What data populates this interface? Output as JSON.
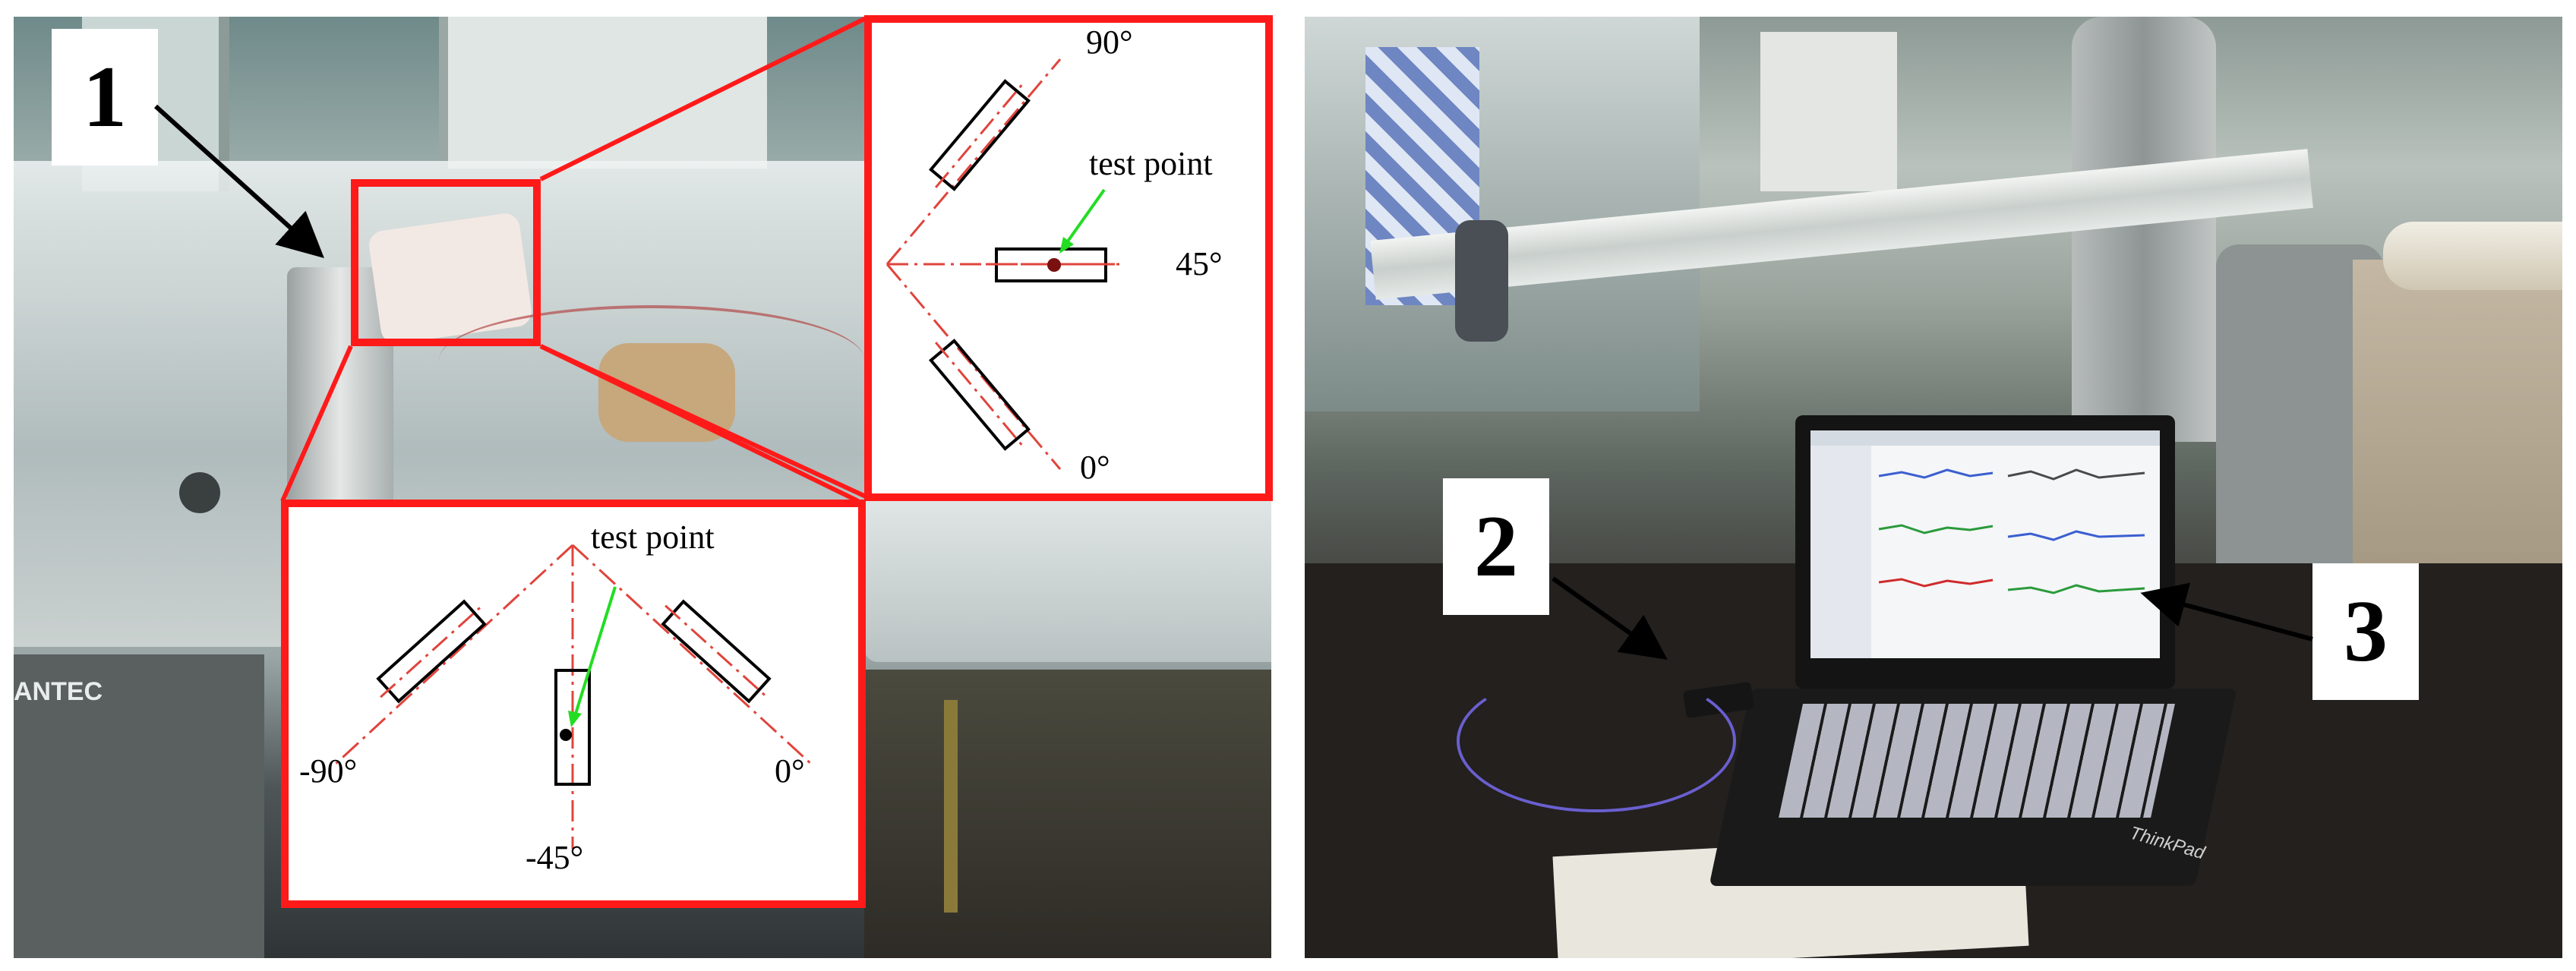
{
  "callouts": {
    "label_1": "1",
    "label_2": "2",
    "label_3": "3"
  },
  "inset_top": {
    "angle_90": "90°",
    "angle_45": "45°",
    "angle_0": "0°",
    "test_point": "test point"
  },
  "inset_bottom": {
    "angle_minus90": "-90°",
    "angle_minus45": "-45°",
    "angle_0": "0°",
    "test_point": "test point"
  },
  "colors": {
    "highlight": "#ff1a1a",
    "dash_line": "#e0443c",
    "pointer": "#22dd22"
  },
  "logos": {
    "laptop_brand": "ThinkPad",
    "equipment_brand": "ANTEC"
  }
}
